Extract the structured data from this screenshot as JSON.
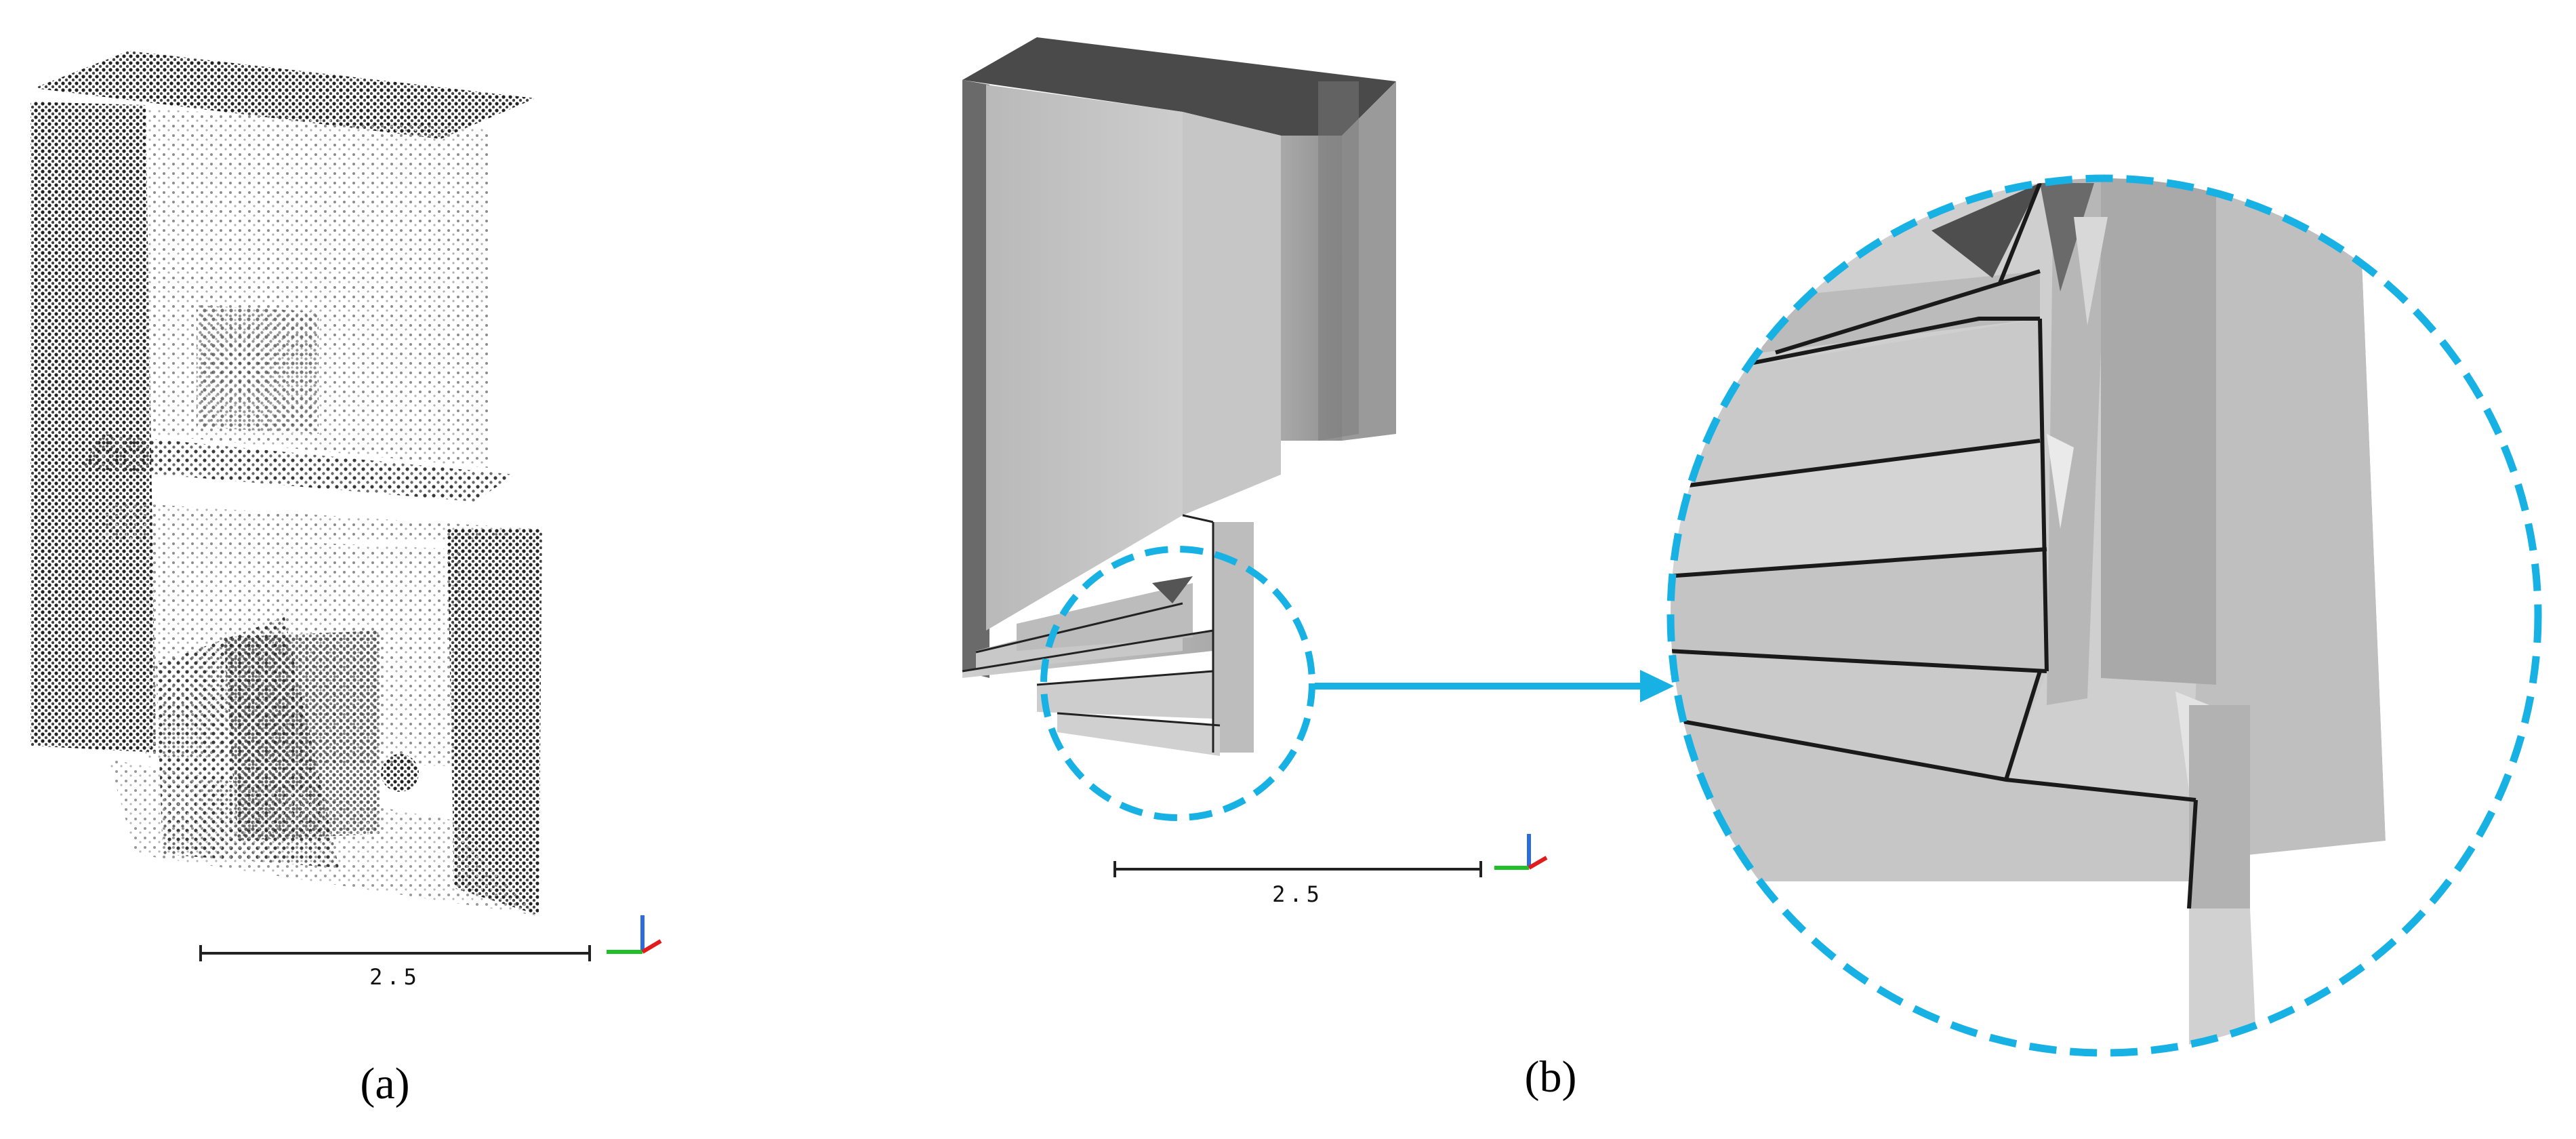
{
  "panels": [
    {
      "label": "(a)",
      "scale_bar_value": "2.5"
    },
    {
      "label": "(b)",
      "scale_bar_value": "2.5"
    }
  ],
  "colors": {
    "highlight": "#18b1e4",
    "axis_x": "#e11c1c",
    "axis_y": "#1fbf2a",
    "axis_z": "#2d6be0",
    "mesh_light": "#c4c4c4",
    "mesh_dark": "#4a4a4a"
  },
  "icons": [
    "axis-triad-icon",
    "arrow-right-icon"
  ]
}
